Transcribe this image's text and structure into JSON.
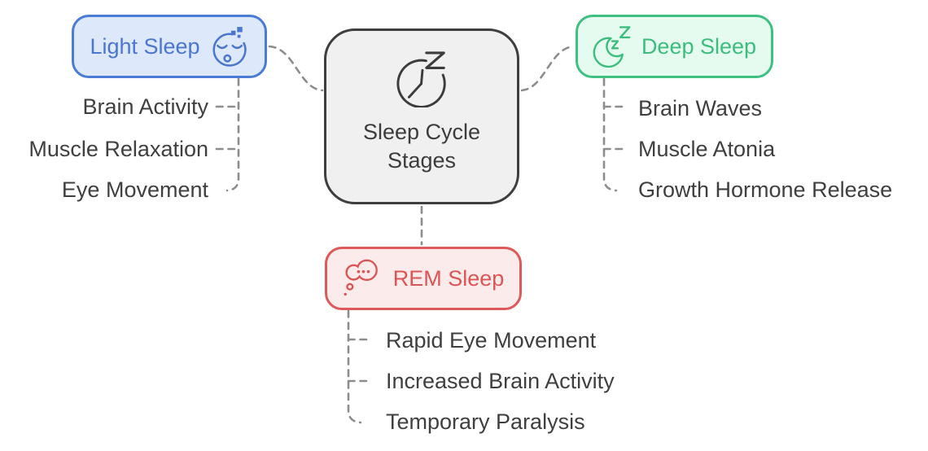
{
  "diagram_title": "Sleep Cycle Stages",
  "center_node": {
    "label": "Sleep Cycle Stages",
    "icon": "clock-z-icon",
    "border_color": "#3e3e3e",
    "bg_color": "#f0f0f0",
    "text_color": "#3c3c3c"
  },
  "branches": {
    "light": {
      "label": "Light Sleep",
      "icon": "sleepy-face-icon",
      "accent_color": "#4a76d0",
      "border_color": "#4a7cd6",
      "bg_color": "#dde9fb",
      "items": [
        "Brain Activity",
        "Muscle Relaxation",
        "Eye Movement"
      ]
    },
    "deep": {
      "label": "Deep Sleep",
      "icon": "crescent-moon-zz-icon",
      "accent_color": "#3cbd7e",
      "border_color": "#3fc083",
      "bg_color": "#e6fbef",
      "items": [
        "Brain Waves",
        "Muscle Atonia",
        "Growth Hormone Release"
      ]
    },
    "rem": {
      "label": "REM Sleep",
      "icon": "dream-bubble-icon",
      "accent_color": "#dc5555",
      "border_color": "#de5959",
      "bg_color": "#fcebeb",
      "items": [
        "Rapid Eye Movement",
        "Increased Brain Activity",
        "Temporary Paralysis"
      ]
    }
  },
  "connector_color": "#8d8d8d",
  "item_text_color": "#3f3f3f"
}
